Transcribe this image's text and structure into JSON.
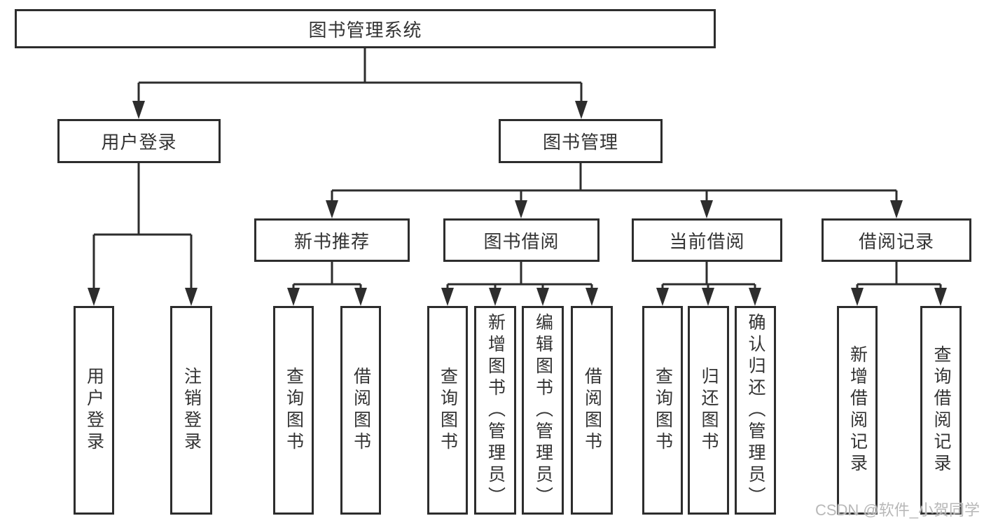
{
  "diagram_title": "图书管理系统",
  "tree": {
    "label": "图书管理系统",
    "children": [
      {
        "label": "用户登录",
        "children": [
          {
            "label": "用户登录"
          },
          {
            "label": "注销登录"
          }
        ]
      },
      {
        "label": "图书管理",
        "children": [
          {
            "label": "新书推荐",
            "children": [
              {
                "label": "查询图书"
              },
              {
                "label": "借阅图书"
              }
            ]
          },
          {
            "label": "图书借阅",
            "children": [
              {
                "label": "查询图书"
              },
              {
                "label": "新增图书（管理员）"
              },
              {
                "label": "编辑图书（管理员）"
              },
              {
                "label": "借阅图书"
              }
            ]
          },
          {
            "label": "当前借阅",
            "children": [
              {
                "label": "查询图书"
              },
              {
                "label": "归还图书"
              },
              {
                "label": "确认归还（管理员）"
              }
            ]
          },
          {
            "label": "借阅记录",
            "children": [
              {
                "label": "新增借阅记录"
              },
              {
                "label": "查询借阅记录"
              }
            ]
          }
        ]
      }
    ]
  },
  "watermark": {
    "text": "CSDN @软件_小贺同学"
  },
  "colors": {
    "line": "#2d2d2d",
    "node-border": "#2d2d2d",
    "text": "#333333",
    "watermark": "#b8b8b8",
    "background": "#ffffff"
  }
}
